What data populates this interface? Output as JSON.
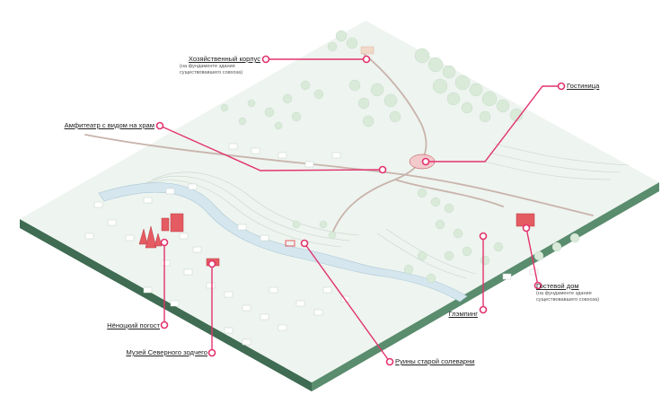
{
  "colors": {
    "accent": "#e2336e",
    "building": "#e55b62",
    "ground": "#eef4ef",
    "edge": "#4a7a5e",
    "river": "#d7e7ee",
    "tree": "#dcebdf",
    "road": "#c9b4ad"
  },
  "labels": {
    "utility": {
      "title": "Хозяйственный корпус",
      "note1": "(на фундаменте здания",
      "note2": "существовавшего совхоза)"
    },
    "hotel": {
      "title": "Гостиница"
    },
    "amphitheatre": {
      "title": "Амфитеатр с видом на храм"
    },
    "guesthouse": {
      "title": "Гостевой дом",
      "note1": "(на фундаменте здания",
      "note2": "существовавшего совхоза)"
    },
    "glamping": {
      "title": "Глэмпинг"
    },
    "churchyard": {
      "title": "Нёноцкий погост"
    },
    "museum": {
      "title": "Музей Северного зодчего"
    },
    "saltworks": {
      "title": "Руины старой солеварни"
    }
  }
}
